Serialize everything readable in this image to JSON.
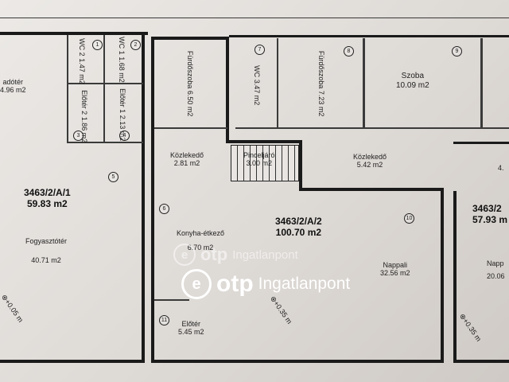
{
  "rooms": {
    "eloter_left": {
      "name": "adótér",
      "area": "4.96 m2"
    },
    "wc2": {
      "name": "WC 2",
      "area": "1.47 m2"
    },
    "wc1": {
      "name": "WC 1",
      "area": "1.68 m2"
    },
    "eloter2": {
      "name": "Előtér 2",
      "area": "1.86 m2"
    },
    "eloter1": {
      "name": "Előtér 1",
      "area": "2.13 m2"
    },
    "furdo1": {
      "name": "Fürdőszoba",
      "area": "6.50 m2"
    },
    "wc": {
      "name": "WC",
      "area": "3.47 m2"
    },
    "furdo2": {
      "name": "Fürdőszoba",
      "area": "7.23 m2"
    },
    "szoba": {
      "name": "Szoba",
      "area": "10.09 m2"
    },
    "kozleked1": {
      "name": "Közlekedő",
      "area": "2.81 m2"
    },
    "pinceljaro": {
      "name": "Pinceljáró",
      "area": "3.00 m2"
    },
    "kozleked2": {
      "name": "Közlekedő",
      "area": "5.42 m2"
    },
    "right_partial": {
      "name": "",
      "area": "4."
    },
    "fogyaszto": {
      "name": "Fogyasztótér",
      "area": "40.71 m2"
    },
    "konyha": {
      "name": "Konyha-étkező",
      "area": "6.70 m2"
    },
    "nappali": {
      "name": "Nappali",
      "area": "32.56 m2"
    },
    "nappali_right": {
      "name": "Napp",
      "area": "20.06"
    },
    "eloter_bottom": {
      "name": "Előtér",
      "area": "5.45 m2"
    }
  },
  "units": {
    "a1": {
      "id": "3463/2/A/1",
      "area": "59.83 m2"
    },
    "a2": {
      "id": "3463/2/A/2",
      "area": "100.70 m2"
    },
    "a3": {
      "id": "3463/2",
      "area": "57.93 m"
    }
  },
  "levels": {
    "l1": "+0.05 m",
    "l2": "+0.35 m",
    "l3": "+0.35 m"
  },
  "room_numbers": [
    "1",
    "2",
    "3",
    "4",
    "5",
    "6",
    "7",
    "8",
    "9",
    "10",
    "11"
  ],
  "watermark": {
    "brand": "otp",
    "suffix": "Ingatlanpont"
  },
  "colors": {
    "wall": "#1a1a1a",
    "paper": "#ece9e6",
    "watermark": "#ffffff"
  }
}
